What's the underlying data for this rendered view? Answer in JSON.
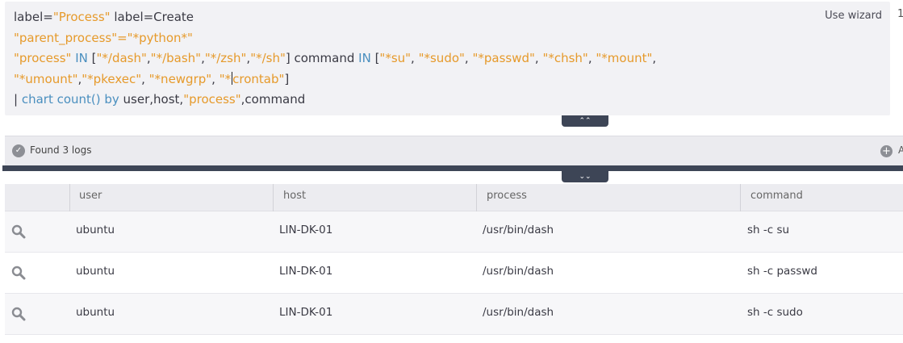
{
  "query": {
    "lines": [
      [
        {
          "t": "label=",
          "c": "plain"
        },
        {
          "t": "\"Process\"",
          "c": "str"
        },
        {
          "t": " label=Create",
          "c": "plain"
        }
      ],
      [
        {
          "t": "\"parent_process\"=\"*python*\"",
          "c": "str"
        }
      ],
      [
        {
          "t": "\"process\"",
          "c": "str"
        },
        {
          "t": " IN ",
          "c": "kw"
        },
        {
          "t": "[",
          "c": "plain"
        },
        {
          "t": "\"*/dash\"",
          "c": "str"
        },
        {
          "t": ",",
          "c": "plain"
        },
        {
          "t": "\"*/bash\"",
          "c": "str"
        },
        {
          "t": ",",
          "c": "plain"
        },
        {
          "t": "\"*/zsh\"",
          "c": "str"
        },
        {
          "t": ",",
          "c": "plain"
        },
        {
          "t": "\"*/sh\"",
          "c": "str"
        },
        {
          "t": "] command ",
          "c": "plain"
        },
        {
          "t": "IN ",
          "c": "kw"
        },
        {
          "t": "[",
          "c": "plain"
        },
        {
          "t": "\"*su\"",
          "c": "str"
        },
        {
          "t": ", ",
          "c": "plain"
        },
        {
          "t": "\"*sudo\"",
          "c": "str"
        },
        {
          "t": ", ",
          "c": "plain"
        },
        {
          "t": "\"*passwd\"",
          "c": "str"
        },
        {
          "t": ", ",
          "c": "plain"
        },
        {
          "t": "\"*chsh\"",
          "c": "str"
        },
        {
          "t": ", ",
          "c": "plain"
        },
        {
          "t": "\"*mount\"",
          "c": "str"
        },
        {
          "t": ",",
          "c": "plain"
        }
      ],
      [
        {
          "t": "\"*umount\"",
          "c": "str"
        },
        {
          "t": ",",
          "c": "plain"
        },
        {
          "t": "\"*pkexec\"",
          "c": "str"
        },
        {
          "t": ", ",
          "c": "plain"
        },
        {
          "t": "\"*newgrp\"",
          "c": "str"
        },
        {
          "t": ", ",
          "c": "plain"
        },
        {
          "t": "\"*",
          "c": "str"
        },
        {
          "t": "|",
          "c": "cursor"
        },
        {
          "t": "crontab\"",
          "c": "str"
        },
        {
          "t": "]",
          "c": "plain"
        }
      ],
      [
        {
          "t": "| ",
          "c": "plain"
        },
        {
          "t": "chart count() by",
          "c": "kw"
        },
        {
          "t": " user,host,",
          "c": "plain"
        },
        {
          "t": "\"process\"",
          "c": "str"
        },
        {
          "t": ",command",
          "c": "plain"
        }
      ]
    ]
  },
  "toolbar": {
    "use_wizard_label": "Use wizard",
    "edge_digit": "1"
  },
  "icons": {
    "collapse_up": "chevron-double-up-icon",
    "collapse_down": "chevron-double-down-icon",
    "found_check": "check-circle-icon",
    "add": "plus-circle-icon",
    "row_inspect": "magnifier-icon"
  },
  "results": {
    "found_label": "Found 3 logs",
    "edge_letter": "A",
    "columns": [
      "user",
      "host",
      "process",
      "command"
    ],
    "rows": [
      [
        "ubuntu",
        "LIN-DK-01",
        "/usr/bin/dash",
        "sh -c su"
      ],
      [
        "ubuntu",
        "LIN-DK-01",
        "/usr/bin/dash",
        "sh -c passwd"
      ],
      [
        "ubuntu",
        "LIN-DK-01",
        "/usr/bin/dash",
        "sh -c sudo"
      ]
    ]
  },
  "colors": {
    "string": "#e69a2b",
    "keyword": "#4a8fbf",
    "dark_bar": "#3d4556",
    "panel_bg": "#f2f2f5"
  }
}
